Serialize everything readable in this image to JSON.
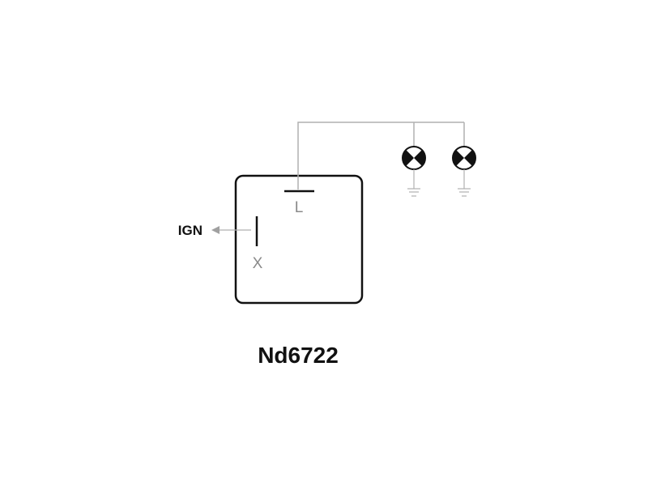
{
  "title": "Nd6722",
  "terminals": {
    "top": "L",
    "left": "X"
  },
  "ign_label": "IGN",
  "lamps": [
    "lamp-1",
    "lamp-2"
  ],
  "colors": {
    "wire": "#b0b0b0",
    "stroke": "#111111",
    "label_gray": "#8a8a8a"
  }
}
